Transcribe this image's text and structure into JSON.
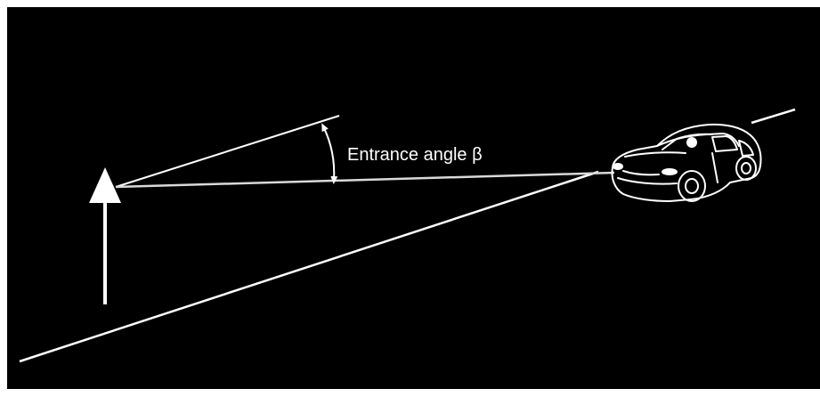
{
  "diagram": {
    "angle_label": "Entrance angle β",
    "colors": {
      "background": "#000000",
      "stroke": "#ffffff"
    },
    "elements": {
      "road_line": "road-edge-line",
      "sign_arrow": "arrow-up-icon",
      "car": "car-icon",
      "headlight_beam": "headlight-beam-line",
      "reference_line": "sign-normal-line",
      "angle_arc": "angle-arc"
    }
  }
}
